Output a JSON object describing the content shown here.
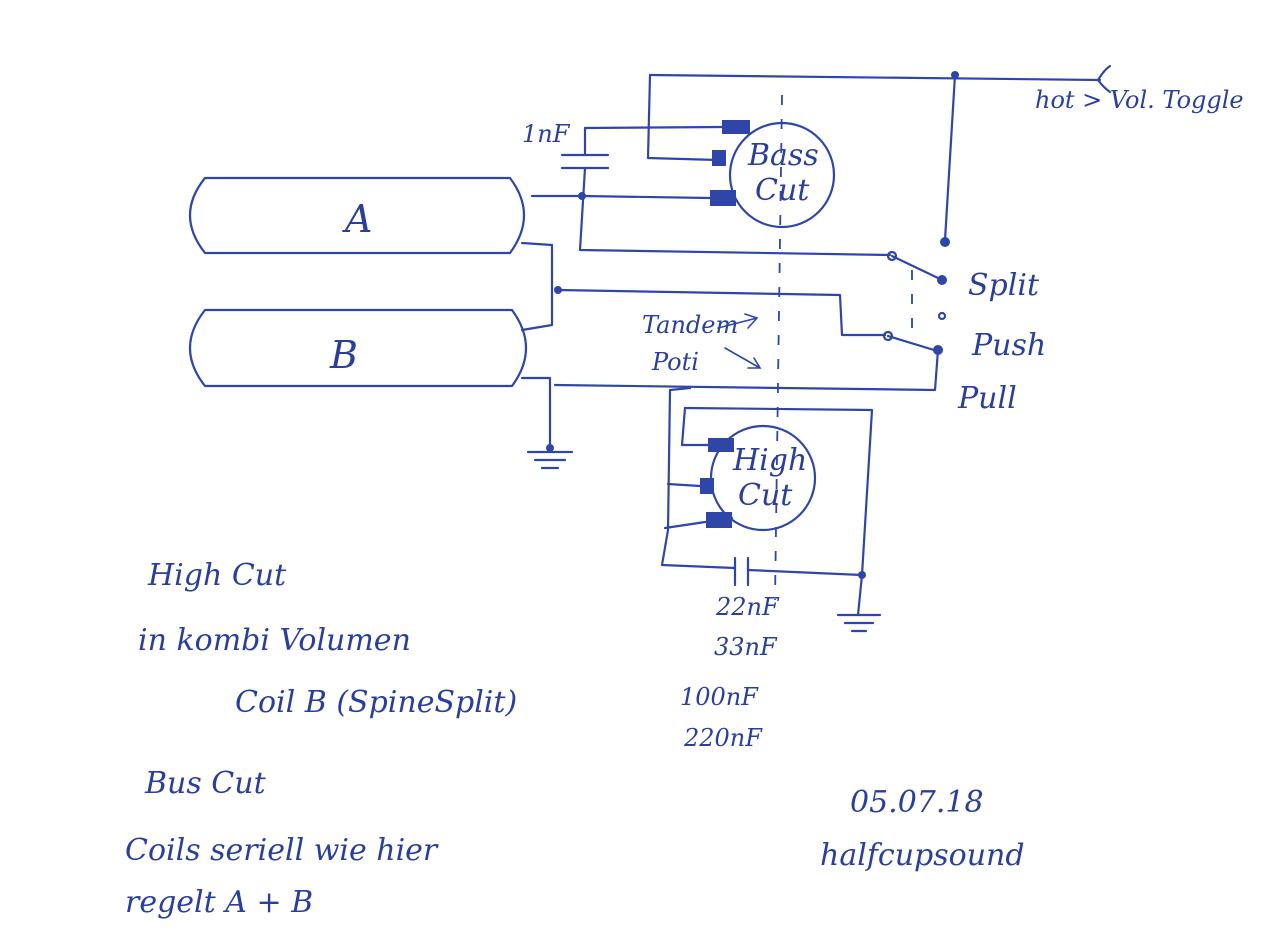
{
  "pickups": {
    "a": "A",
    "b": "B"
  },
  "pots": {
    "bass": {
      "line1": "Bass",
      "line2": "Cut"
    },
    "high": {
      "line1": "High",
      "line2": "Cut"
    }
  },
  "labels": {
    "hot": "hot > Vol. Toggle",
    "cap_top": "1nF",
    "tandem_1": "Tandem",
    "tandem_2": "Poti"
  },
  "switch": {
    "split": "Split",
    "push": "Push",
    "pull": "Pull"
  },
  "cap_values": [
    "22nF",
    "33nF",
    "100nF",
    "220nF"
  ],
  "notes": {
    "high_1": "High Cut",
    "high_2": "in kombi Volumen",
    "high_3": "Coil B (SpineSplit)",
    "bass_1": "Bus Cut",
    "bass_2": "Coils seriell wie hier",
    "bass_3": "regelt A + B"
  },
  "signature": {
    "date": "05.07.18",
    "name": "halfcupsound"
  },
  "colors": {
    "ink": "#2f46a8",
    "paper": "#ffffff"
  }
}
